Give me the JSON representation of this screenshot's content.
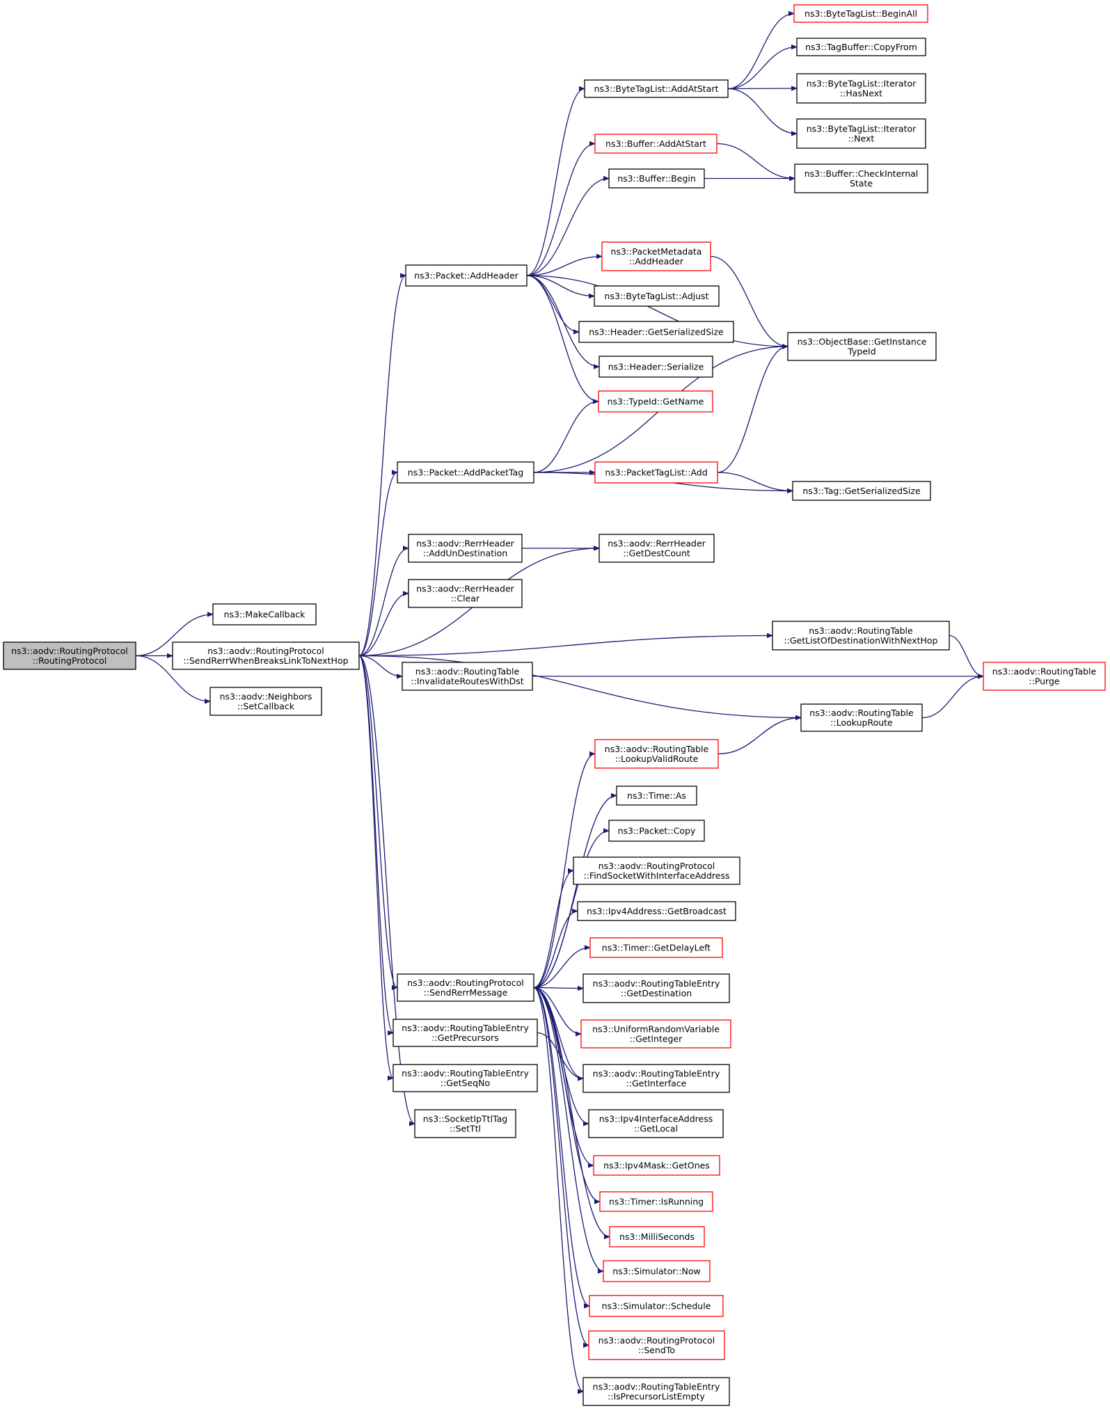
{
  "colors": {
    "edge": "#191970",
    "border_default": "#000000",
    "border_truncated": "#ff0000",
    "fill_default": "#ffffff",
    "fill_root": "#bfbfbf"
  },
  "nodes": [
    {
      "id": "root",
      "lines": [
        "ns3::aodv::RoutingProtocol",
        "::RoutingProtocol"
      ],
      "style": "root"
    },
    {
      "id": "makecb",
      "lines": [
        "ns3::MakeCallback"
      ],
      "style": "normal"
    },
    {
      "id": "srwb",
      "lines": [
        "ns3::aodv::RoutingProtocol",
        "::SendRerrWhenBreaksLinkToNextHop"
      ],
      "style": "normal"
    },
    {
      "id": "nsc",
      "lines": [
        "ns3::aodv::Neighbors",
        "::SetCallback"
      ],
      "style": "normal"
    },
    {
      "id": "addhdr",
      "lines": [
        "ns3::Packet::AddHeader"
      ],
      "style": "normal"
    },
    {
      "id": "addptag",
      "lines": [
        "ns3::Packet::AddPacketTag"
      ],
      "style": "normal"
    },
    {
      "id": "rerradd",
      "lines": [
        "ns3::aodv::RerrHeader",
        "::AddUnDestination"
      ],
      "style": "normal"
    },
    {
      "id": "rerrclr",
      "lines": [
        "ns3::aodv::RerrHeader",
        "::Clear"
      ],
      "style": "normal"
    },
    {
      "id": "inval",
      "lines": [
        "ns3::aodv::RoutingTable",
        "::InvalidateRoutesWithDst"
      ],
      "style": "normal"
    },
    {
      "id": "sendrerr",
      "lines": [
        "ns3::aodv::RoutingProtocol",
        "::SendRerrMessage"
      ],
      "style": "normal"
    },
    {
      "id": "getprec",
      "lines": [
        "ns3::aodv::RoutingTableEntry",
        "::GetPrecursors"
      ],
      "style": "normal"
    },
    {
      "id": "getseq",
      "lines": [
        "ns3::aodv::RoutingTableEntry",
        "::GetSeqNo"
      ],
      "style": "normal"
    },
    {
      "id": "setttl",
      "lines": [
        "ns3::SocketIpTtlTag",
        "::SetTtl"
      ],
      "style": "normal"
    },
    {
      "id": "btladdst",
      "lines": [
        "ns3::ByteTagList::AddAtStart"
      ],
      "style": "normal"
    },
    {
      "id": "bufaddst",
      "lines": [
        "ns3::Buffer::AddAtStart"
      ],
      "style": "truncated"
    },
    {
      "id": "bufbegin",
      "lines": [
        "ns3::Buffer::Begin"
      ],
      "style": "normal"
    },
    {
      "id": "pmaddhdr",
      "lines": [
        "ns3::PacketMetadata",
        "::AddHeader"
      ],
      "style": "truncated"
    },
    {
      "id": "btladj",
      "lines": [
        "ns3::ByteTagList::Adjust"
      ],
      "style": "normal"
    },
    {
      "id": "hdrgss",
      "lines": [
        "ns3::Header::GetSerializedSize"
      ],
      "style": "normal"
    },
    {
      "id": "hdrser",
      "lines": [
        "ns3::Header::Serialize"
      ],
      "style": "normal"
    },
    {
      "id": "tidname",
      "lines": [
        "ns3::TypeId::GetName"
      ],
      "style": "truncated"
    },
    {
      "id": "ptladd",
      "lines": [
        "ns3::PacketTagList::Add"
      ],
      "style": "truncated"
    },
    {
      "id": "rerrgdc",
      "lines": [
        "ns3::aodv::RerrHeader",
        "::GetDestCount"
      ],
      "style": "normal"
    },
    {
      "id": "lvroute",
      "lines": [
        "ns3::aodv::RoutingTable",
        "::LookupValidRoute"
      ],
      "style": "truncated"
    },
    {
      "id": "timeas",
      "lines": [
        "ns3::Time::As"
      ],
      "style": "normal"
    },
    {
      "id": "pktcopy",
      "lines": [
        "ns3::Packet::Copy"
      ],
      "style": "normal"
    },
    {
      "id": "findsock",
      "lines": [
        "ns3::aodv::RoutingProtocol",
        "::FindSocketWithInterfaceAddress"
      ],
      "style": "normal"
    },
    {
      "id": "ipbcast",
      "lines": [
        "ns3::Ipv4Address::GetBroadcast"
      ],
      "style": "normal"
    },
    {
      "id": "tmrdelay",
      "lines": [
        "ns3::Timer::GetDelayLeft"
      ],
      "style": "truncated"
    },
    {
      "id": "getdest",
      "lines": [
        "ns3::aodv::RoutingTableEntry",
        "::GetDestination"
      ],
      "style": "normal"
    },
    {
      "id": "urvint",
      "lines": [
        "ns3::UniformRandomVariable",
        "::GetInteger"
      ],
      "style": "truncated"
    },
    {
      "id": "getiface",
      "lines": [
        "ns3::aodv::RoutingTableEntry",
        "::GetInterface"
      ],
      "style": "normal"
    },
    {
      "id": "getlocal",
      "lines": [
        "ns3::Ipv4InterfaceAddress",
        "::GetLocal"
      ],
      "style": "normal"
    },
    {
      "id": "maskones",
      "lines": [
        "ns3::Ipv4Mask::GetOnes"
      ],
      "style": "truncated"
    },
    {
      "id": "tmrrun",
      "lines": [
        "ns3::Timer::IsRunning"
      ],
      "style": "truncated"
    },
    {
      "id": "millis",
      "lines": [
        "ns3::MilliSeconds"
      ],
      "style": "truncated"
    },
    {
      "id": "simnow",
      "lines": [
        "ns3::Simulator::Now"
      ],
      "style": "truncated"
    },
    {
      "id": "simsched",
      "lines": [
        "ns3::Simulator::Schedule"
      ],
      "style": "truncated"
    },
    {
      "id": "sendto",
      "lines": [
        "ns3::aodv::RoutingProtocol",
        "::SendTo"
      ],
      "style": "truncated"
    },
    {
      "id": "isprecempty",
      "lines": [
        "ns3::aodv::RoutingTableEntry",
        "::IsPrecursorListEmpty"
      ],
      "style": "normal"
    },
    {
      "id": "btlbegall",
      "lines": [
        "ns3::ByteTagList::BeginAll"
      ],
      "style": "truncated"
    },
    {
      "id": "tbcopy",
      "lines": [
        "ns3::TagBuffer::CopyFrom"
      ],
      "style": "normal"
    },
    {
      "id": "btlhasnext",
      "lines": [
        "ns3::ByteTagList::Iterator",
        "::HasNext"
      ],
      "style": "normal"
    },
    {
      "id": "btlnext",
      "lines": [
        "ns3::ByteTagList::Iterator",
        "::Next"
      ],
      "style": "normal"
    },
    {
      "id": "bufcheck",
      "lines": [
        "ns3::Buffer::CheckInternal",
        "State"
      ],
      "style": "normal"
    },
    {
      "id": "obgit",
      "lines": [
        "ns3::ObjectBase::GetInstance",
        "TypeId"
      ],
      "style": "normal"
    },
    {
      "id": "taggss",
      "lines": [
        "ns3::Tag::GetSerializedSize"
      ],
      "style": "normal"
    },
    {
      "id": "rtgetlist",
      "lines": [
        "ns3::aodv::RoutingTable",
        "::GetListOfDestinationWithNextHop"
      ],
      "style": "normal"
    },
    {
      "id": "rtlookup",
      "lines": [
        "ns3::aodv::RoutingTable",
        "::LookupRoute"
      ],
      "style": "normal"
    },
    {
      "id": "rtpurge",
      "lines": [
        "ns3::aodv::RoutingTable",
        "::Purge"
      ],
      "style": "truncated"
    }
  ],
  "edges": [
    [
      "root",
      "makecb"
    ],
    [
      "root",
      "srwb"
    ],
    [
      "root",
      "nsc"
    ],
    [
      "srwb",
      "addhdr"
    ],
    [
      "srwb",
      "addptag"
    ],
    [
      "srwb",
      "rerrgdc"
    ],
    [
      "srwb",
      "rerradd"
    ],
    [
      "srwb",
      "rerrclr"
    ],
    [
      "srwb",
      "rtgetlist"
    ],
    [
      "srwb",
      "inval"
    ],
    [
      "srwb",
      "rtlookup"
    ],
    [
      "srwb",
      "sendrerr"
    ],
    [
      "srwb",
      "getprec"
    ],
    [
      "srwb",
      "getseq"
    ],
    [
      "srwb",
      "setttl"
    ],
    [
      "addhdr",
      "btladdst"
    ],
    [
      "addhdr",
      "bufaddst"
    ],
    [
      "addhdr",
      "bufbegin"
    ],
    [
      "addhdr",
      "obgit"
    ],
    [
      "addhdr",
      "pmaddhdr"
    ],
    [
      "addhdr",
      "btladj"
    ],
    [
      "addhdr",
      "hdrgss"
    ],
    [
      "addhdr",
      "hdrser"
    ],
    [
      "addhdr",
      "tidname"
    ],
    [
      "btladdst",
      "btlbegall"
    ],
    [
      "btladdst",
      "tbcopy"
    ],
    [
      "btladdst",
      "btlhasnext"
    ],
    [
      "btladdst",
      "btlnext"
    ],
    [
      "bufaddst",
      "bufcheck"
    ],
    [
      "bufbegin",
      "bufcheck"
    ],
    [
      "pmaddhdr",
      "obgit"
    ],
    [
      "addptag",
      "tidname"
    ],
    [
      "addptag",
      "obgit"
    ],
    [
      "addptag",
      "ptladd"
    ],
    [
      "addptag",
      "taggss"
    ],
    [
      "ptladd",
      "obgit"
    ],
    [
      "ptladd",
      "taggss"
    ],
    [
      "rerradd",
      "rerrgdc"
    ],
    [
      "rtgetlist",
      "rtpurge"
    ],
    [
      "inval",
      "rtpurge"
    ],
    [
      "rtlookup",
      "rtpurge"
    ],
    [
      "sendrerr",
      "lvroute"
    ],
    [
      "sendrerr",
      "timeas"
    ],
    [
      "sendrerr",
      "pktcopy"
    ],
    [
      "sendrerr",
      "findsock"
    ],
    [
      "sendrerr",
      "ipbcast"
    ],
    [
      "sendrerr",
      "tmrdelay"
    ],
    [
      "sendrerr",
      "getdest"
    ],
    [
      "sendrerr",
      "urvint"
    ],
    [
      "sendrerr",
      "getiface"
    ],
    [
      "sendrerr",
      "getlocal"
    ],
    [
      "sendrerr",
      "maskones"
    ],
    [
      "sendrerr",
      "tmrrun"
    ],
    [
      "sendrerr",
      "millis"
    ],
    [
      "sendrerr",
      "simnow"
    ],
    [
      "sendrerr",
      "simsched"
    ],
    [
      "sendrerr",
      "sendto"
    ],
    [
      "sendrerr",
      "isprecempty"
    ],
    [
      "getprec",
      "getiface"
    ],
    [
      "lvroute",
      "rtlookup"
    ]
  ]
}
